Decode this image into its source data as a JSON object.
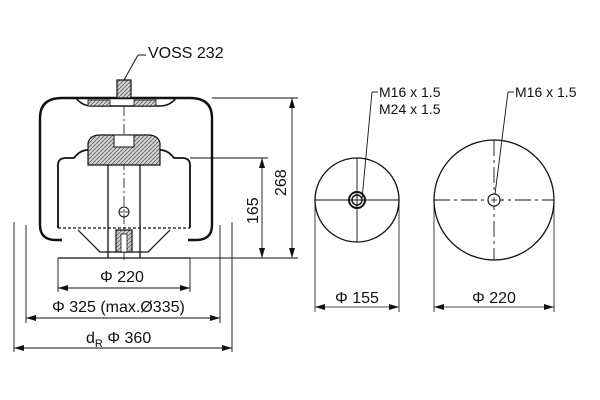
{
  "drawing": {
    "subject": "Air spring bellows technical drawing",
    "stroke_color": "#111111",
    "background": "#ffffff"
  },
  "side_view": {
    "connector_label": "VOSS 232",
    "height_total": "268",
    "height_piston": "165",
    "dia_piston": "Φ 220",
    "dia_bellows": "Φ 325 (max.Ø335)",
    "dia_ref_prefix": "d",
    "dia_ref_sub": "R",
    "dia_ref_value": "Φ 360"
  },
  "top_plate_view": {
    "thread_1": "M16 x 1.5",
    "thread_2": "M24 x 1.5",
    "diameter": "Φ 155"
  },
  "bottom_plate_view": {
    "thread_1": "M16 x 1.5",
    "diameter": "Φ 220"
  }
}
